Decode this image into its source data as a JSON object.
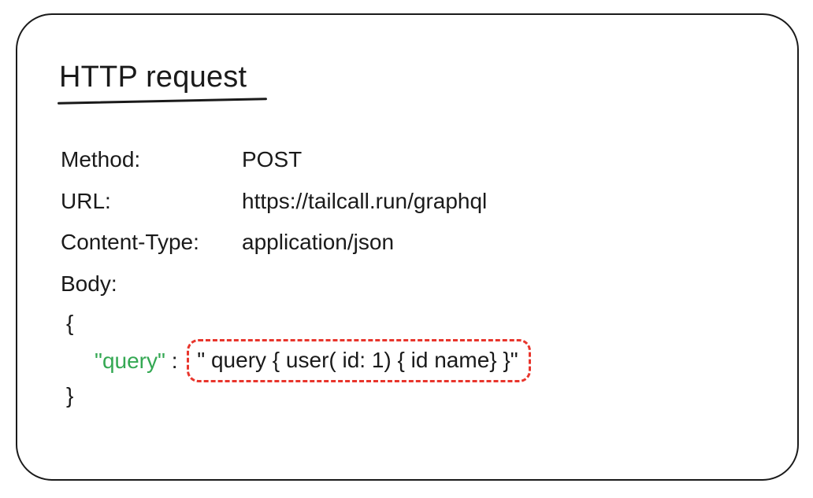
{
  "figure": {
    "title": "HTTP request",
    "fields": [
      {
        "label": "Method:",
        "value": "POST"
      },
      {
        "label": "URL:",
        "value": "https://tailcall.run/graphql"
      },
      {
        "label": "Content-Type:",
        "value": "application/json"
      },
      {
        "label": "Body:",
        "value": ""
      }
    ],
    "body": {
      "open_brace": "{",
      "key": "\"query\"",
      "separator": " : ",
      "value": "\" query { user( id: 1) { id name} }\"",
      "close_brace": "}"
    },
    "colors": {
      "key_text": "#34a853",
      "highlight_border": "#e8352c",
      "text": "#1a1a1a",
      "card_border": "#1a1a1a"
    }
  }
}
